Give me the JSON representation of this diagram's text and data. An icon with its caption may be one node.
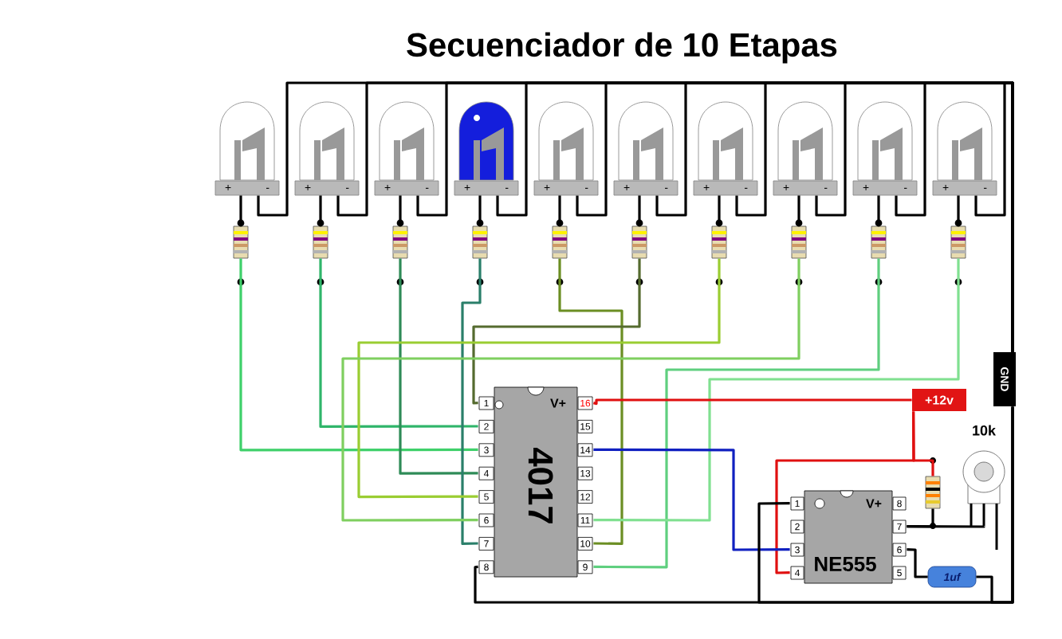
{
  "diagram": {
    "title": "Secuenciador de 10 Etapas",
    "nodes": [
      {
        "text": [
          "V+",
          "4017"
        ],
        "beside": [
          "1",
          "2",
          "3",
          "4",
          "5",
          "6",
          "7",
          "8",
          "9",
          "10",
          "11",
          "12",
          "13",
          "14",
          "15",
          "16"
        ]
      },
      {
        "text": [
          "V+",
          "NE555"
        ],
        "beside": [
          "1",
          "2",
          "3",
          "4",
          "5",
          "6",
          "7",
          "8"
        ]
      },
      {
        "text": [
          "+12v"
        ]
      },
      {
        "text": [
          "GND"
        ]
      },
      {
        "text": [
          "+",
          "-"
        ]
      },
      {
        "text": [
          "+",
          "-"
        ]
      },
      {
        "text": [
          "+",
          "-"
        ]
      },
      {
        "text": [
          "+",
          "-"
        ]
      },
      {
        "text": [
          "+",
          "-"
        ]
      },
      {
        "text": [
          "+",
          "-"
        ]
      },
      {
        "text": [
          "+",
          "-"
        ]
      },
      {
        "text": [
          "+",
          "-"
        ]
      },
      {
        "text": [
          "+",
          "-"
        ]
      },
      {
        "text": [
          "+",
          "-"
        ]
      },
      {
        "text": [],
        "shape": "resistor"
      },
      {
        "text": [],
        "shape": "resistor"
      },
      {
        "text": [],
        "shape": "resistor"
      },
      {
        "text": [],
        "shape": "resistor"
      },
      {
        "text": [],
        "shape": "resistor"
      },
      {
        "text": [],
        "shape": "resistor"
      },
      {
        "text": [],
        "shape": "resistor"
      },
      {
        "text": [],
        "shape": "resistor"
      },
      {
        "text": [],
        "shape": "resistor"
      },
      {
        "text": [],
        "shape": "resistor"
      },
      {
        "text": [],
        "shape": "resistor"
      },
      {
        "text": [],
        "shape": "potentiometer",
        "beside": [
          "10k"
        ]
      },
      {
        "text": [
          "1uf"
        ]
      }
    ],
    "edges": [
      {
        "from": 4,
        "to": 14,
        "arrow": "none"
      },
      {
        "from": 5,
        "to": 15,
        "arrow": "none"
      },
      {
        "from": 6,
        "to": 16,
        "arrow": "none"
      },
      {
        "from": 7,
        "to": 17,
        "arrow": "none"
      },
      {
        "from": 8,
        "to": 18,
        "arrow": "none"
      },
      {
        "from": 9,
        "to": 19,
        "arrow": "none"
      },
      {
        "from": 10,
        "to": 20,
        "arrow": "none"
      },
      {
        "from": 11,
        "to": 21,
        "arrow": "none"
      },
      {
        "from": 12,
        "to": 22,
        "arrow": "none"
      },
      {
        "from": 13,
        "to": 23,
        "arrow": "none"
      },
      {
        "from": 14,
        "to": 0,
        "arrow": "none",
        "color": "#3fd06a"
      },
      {
        "from": 15,
        "to": 0,
        "arrow": "none",
        "color": "#2fb56a"
      },
      {
        "from": 16,
        "to": 0,
        "arrow": "none",
        "color": "#2e8b57"
      },
      {
        "from": 17,
        "to": 0,
        "arrow": "none",
        "color": "#2a7f6a"
      },
      {
        "from": 18,
        "to": 0,
        "arrow": "none",
        "color": "#6b8e23"
      },
      {
        "from": 19,
        "to": 0,
        "arrow": "none",
        "color": "#556b2f"
      },
      {
        "from": 20,
        "to": 0,
        "arrow": "none",
        "color": "#9acd32"
      },
      {
        "from": 21,
        "to": 0,
        "arrow": "none",
        "color": "#7fcf5f"
      },
      {
        "from": 22,
        "to": 0,
        "arrow": "none",
        "color": "#5fcf7f"
      },
      {
        "from": 23,
        "to": 0,
        "arrow": "none",
        "color": "#80e090"
      },
      {
        "from": 4,
        "to": 3,
        "arrow": "none"
      },
      {
        "from": 5,
        "to": 3,
        "arrow": "none"
      },
      {
        "from": 6,
        "to": 3,
        "arrow": "none"
      },
      {
        "from": 7,
        "to": 3,
        "arrow": "none"
      },
      {
        "from": 8,
        "to": 3,
        "arrow": "none"
      },
      {
        "from": 9,
        "to": 3,
        "arrow": "none"
      },
      {
        "from": 10,
        "to": 3,
        "arrow": "none"
      },
      {
        "from": 11,
        "to": 3,
        "arrow": "none"
      },
      {
        "from": 12,
        "to": 3,
        "arrow": "none"
      },
      {
        "from": 13,
        "to": 3,
        "arrow": "none"
      },
      {
        "from": 2,
        "to": 0,
        "arrow": "none",
        "color": "#e01010"
      },
      {
        "from": 2,
        "to": 1,
        "arrow": "none",
        "color": "#e01010"
      },
      {
        "from": 2,
        "to": 24,
        "arrow": "none",
        "color": "#e01010"
      },
      {
        "from": 1,
        "to": 0,
        "arrow": "none",
        "color": "#1020c0"
      },
      {
        "from": 0,
        "to": 3,
        "arrow": "none"
      },
      {
        "from": 1,
        "to": 3,
        "arrow": "none"
      },
      {
        "from": 24,
        "to": 1,
        "arrow": "none"
      },
      {
        "from": 25,
        "to": 1,
        "arrow": "none"
      },
      {
        "from": 26,
        "to": 1,
        "arrow": "none"
      },
      {
        "from": 26,
        "to": 3,
        "arrow": "none"
      }
    ]
  }
}
